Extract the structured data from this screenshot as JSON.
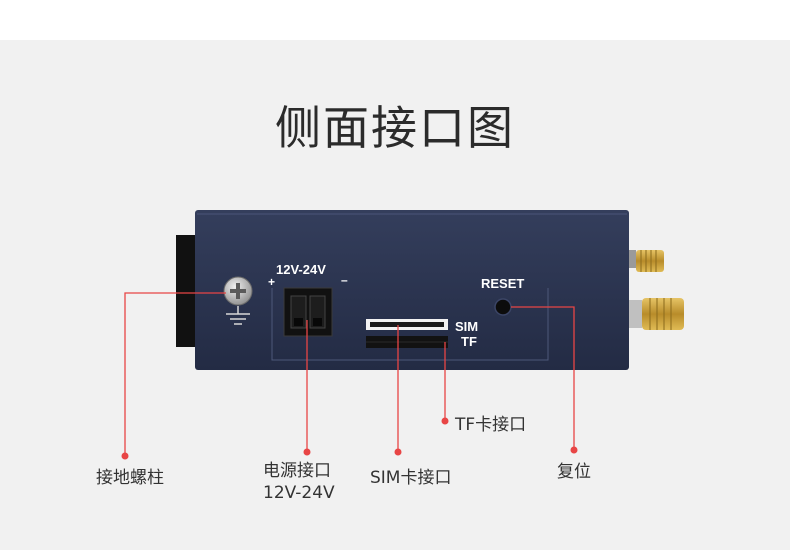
{
  "title": "侧面接口图",
  "device": {
    "power_label": "12V-24V",
    "plus": "+",
    "minus": "–",
    "reset_label": "RESET",
    "sim_label": "SIM",
    "tf_label": "TF"
  },
  "callouts": {
    "ground": "接地螺柱",
    "power_line1": "电源接口",
    "power_line2": "12V-24V",
    "sim": "SIM卡接口",
    "tf": "TF卡接口",
    "reset": "复位"
  },
  "colors": {
    "device_body": "#2b3450",
    "callout_line": "#e84545",
    "antenna_gold": "#c9a13a"
  }
}
